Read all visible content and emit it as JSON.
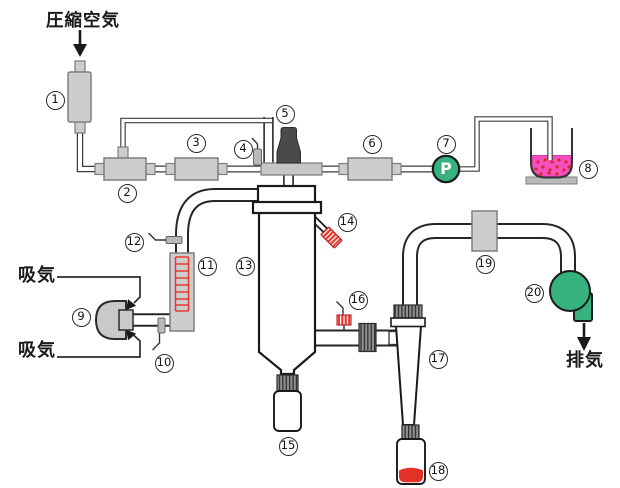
{
  "labels": {
    "compressed_air": "圧縮空気",
    "intake_top": "吸気",
    "intake_bottom": "吸気",
    "exhaust": "排気",
    "pump": "P"
  },
  "components": [
    {
      "num": "1"
    },
    {
      "num": "2"
    },
    {
      "num": "3"
    },
    {
      "num": "4"
    },
    {
      "num": "5"
    },
    {
      "num": "6"
    },
    {
      "num": "7"
    },
    {
      "num": "8"
    },
    {
      "num": "9"
    },
    {
      "num": "10"
    },
    {
      "num": "11"
    },
    {
      "num": "12"
    },
    {
      "num": "13"
    },
    {
      "num": "14"
    },
    {
      "num": "15"
    },
    {
      "num": "16"
    },
    {
      "num": "17"
    },
    {
      "num": "18"
    },
    {
      "num": "19"
    },
    {
      "num": "20"
    }
  ],
  "colors": {
    "accent_green": "#36b27e",
    "liquid_pink": "#f150bd",
    "alert_red": "#e8392f",
    "component_gray": "#cdcdcd",
    "rib_gray": "#8f8f8f"
  }
}
